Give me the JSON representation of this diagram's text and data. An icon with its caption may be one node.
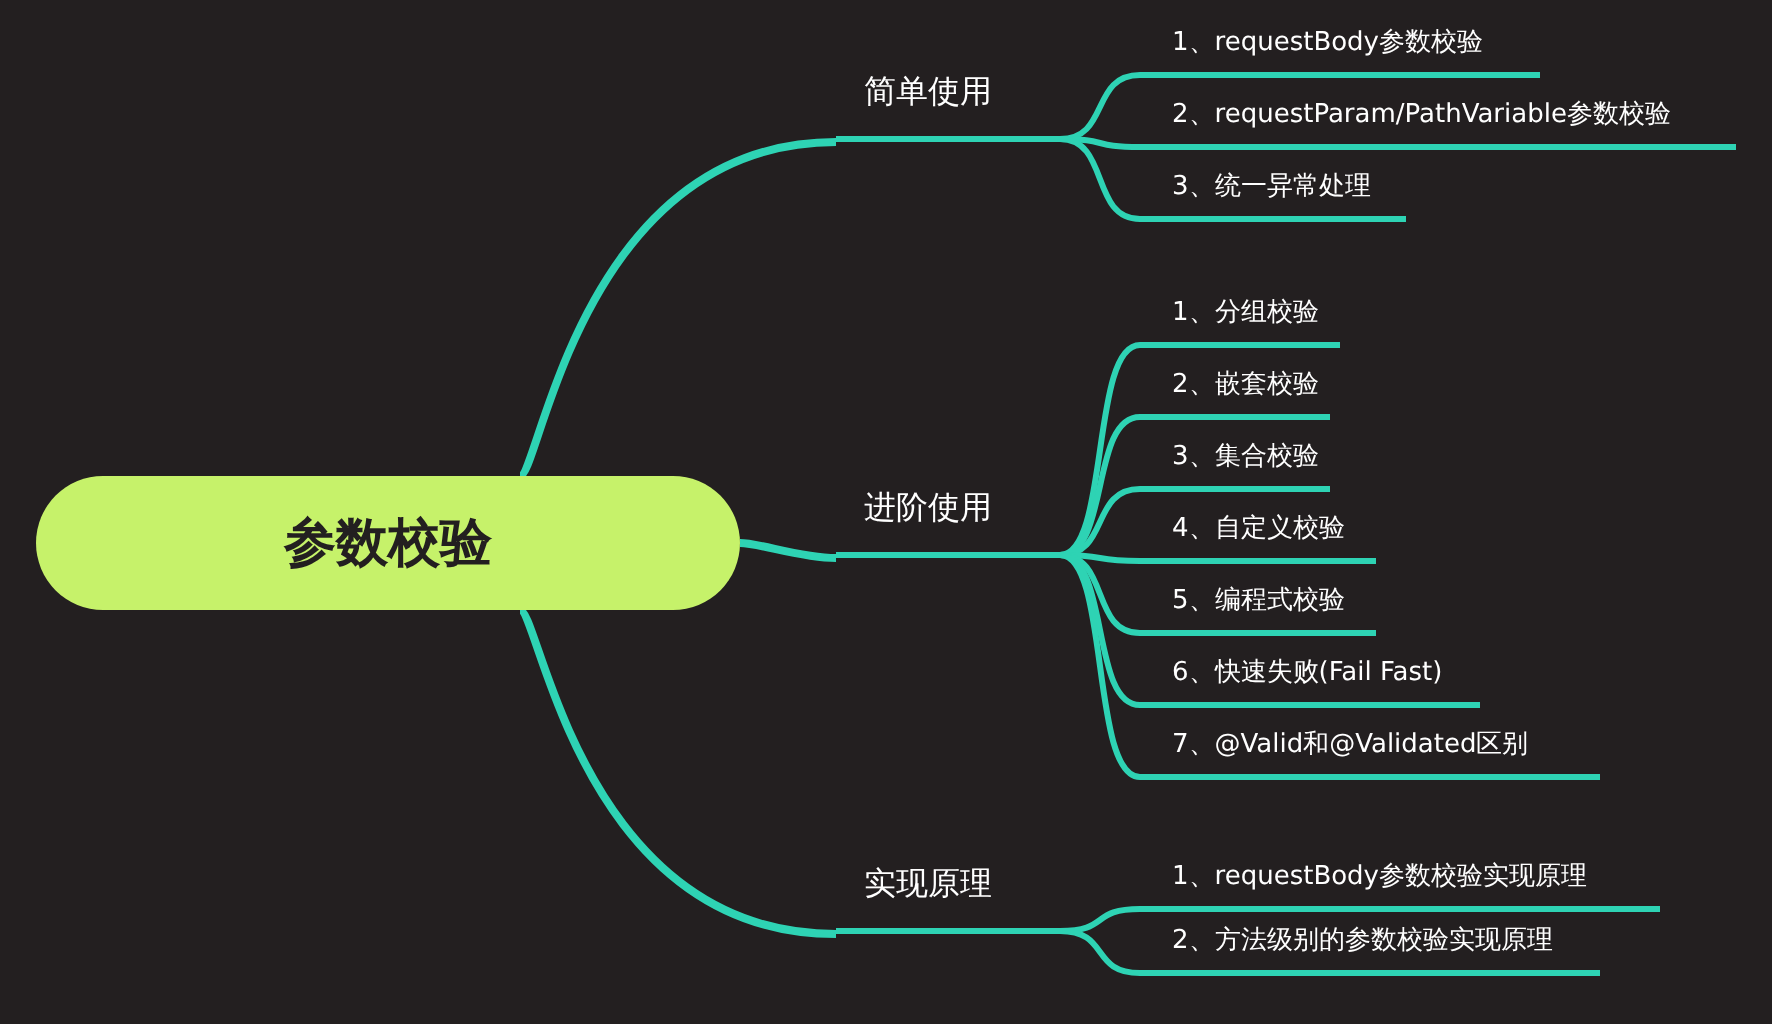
{
  "diagram": {
    "nodes": [
      {
        "text": [
          "参数校验"
        ]
      },
      {
        "text": [
          "简单使用"
        ]
      },
      {
        "text": [
          "1、requestBody参数校验"
        ]
      },
      {
        "text": [
          "2、requestParam/PathVariable参数校验"
        ]
      },
      {
        "text": [
          "3、统一异常处理"
        ]
      },
      {
        "text": [
          "进阶使用"
        ]
      },
      {
        "text": [
          "1、分组校验"
        ]
      },
      {
        "text": [
          "2、嵌套校验"
        ]
      },
      {
        "text": [
          "3、集合校验"
        ]
      },
      {
        "text": [
          "4、自定义校验"
        ]
      },
      {
        "text": [
          "5、编程式校验"
        ]
      },
      {
        "text": [
          "6、快速失败(Fail Fast)"
        ]
      },
      {
        "text": [
          "7、@Valid和@Validated区别"
        ]
      },
      {
        "text": [
          "实现原理"
        ]
      },
      {
        "text": [
          "1、requestBody参数校验实现原理"
        ]
      },
      {
        "text": [
          "2、方法级别的参数校验实现原理"
        ]
      }
    ],
    "edges": [
      {
        "from": 0,
        "to": 1,
        "arrow": "none"
      },
      {
        "from": 0,
        "to": 5,
        "arrow": "none"
      },
      {
        "from": 0,
        "to": 13,
        "arrow": "none"
      },
      {
        "from": 1,
        "to": 2,
        "arrow": "none"
      },
      {
        "from": 1,
        "to": 3,
        "arrow": "none"
      },
      {
        "from": 1,
        "to": 4,
        "arrow": "none"
      },
      {
        "from": 5,
        "to": 6,
        "arrow": "none"
      },
      {
        "from": 5,
        "to": 7,
        "arrow": "none"
      },
      {
        "from": 5,
        "to": 8,
        "arrow": "none"
      },
      {
        "from": 5,
        "to": 9,
        "arrow": "none"
      },
      {
        "from": 5,
        "to": 10,
        "arrow": "none"
      },
      {
        "from": 5,
        "to": 11,
        "arrow": "none"
      },
      {
        "from": 5,
        "to": 12,
        "arrow": "none"
      },
      {
        "from": 13,
        "to": 14,
        "arrow": "none"
      },
      {
        "from": 13,
        "to": 15,
        "arrow": "none"
      }
    ]
  }
}
